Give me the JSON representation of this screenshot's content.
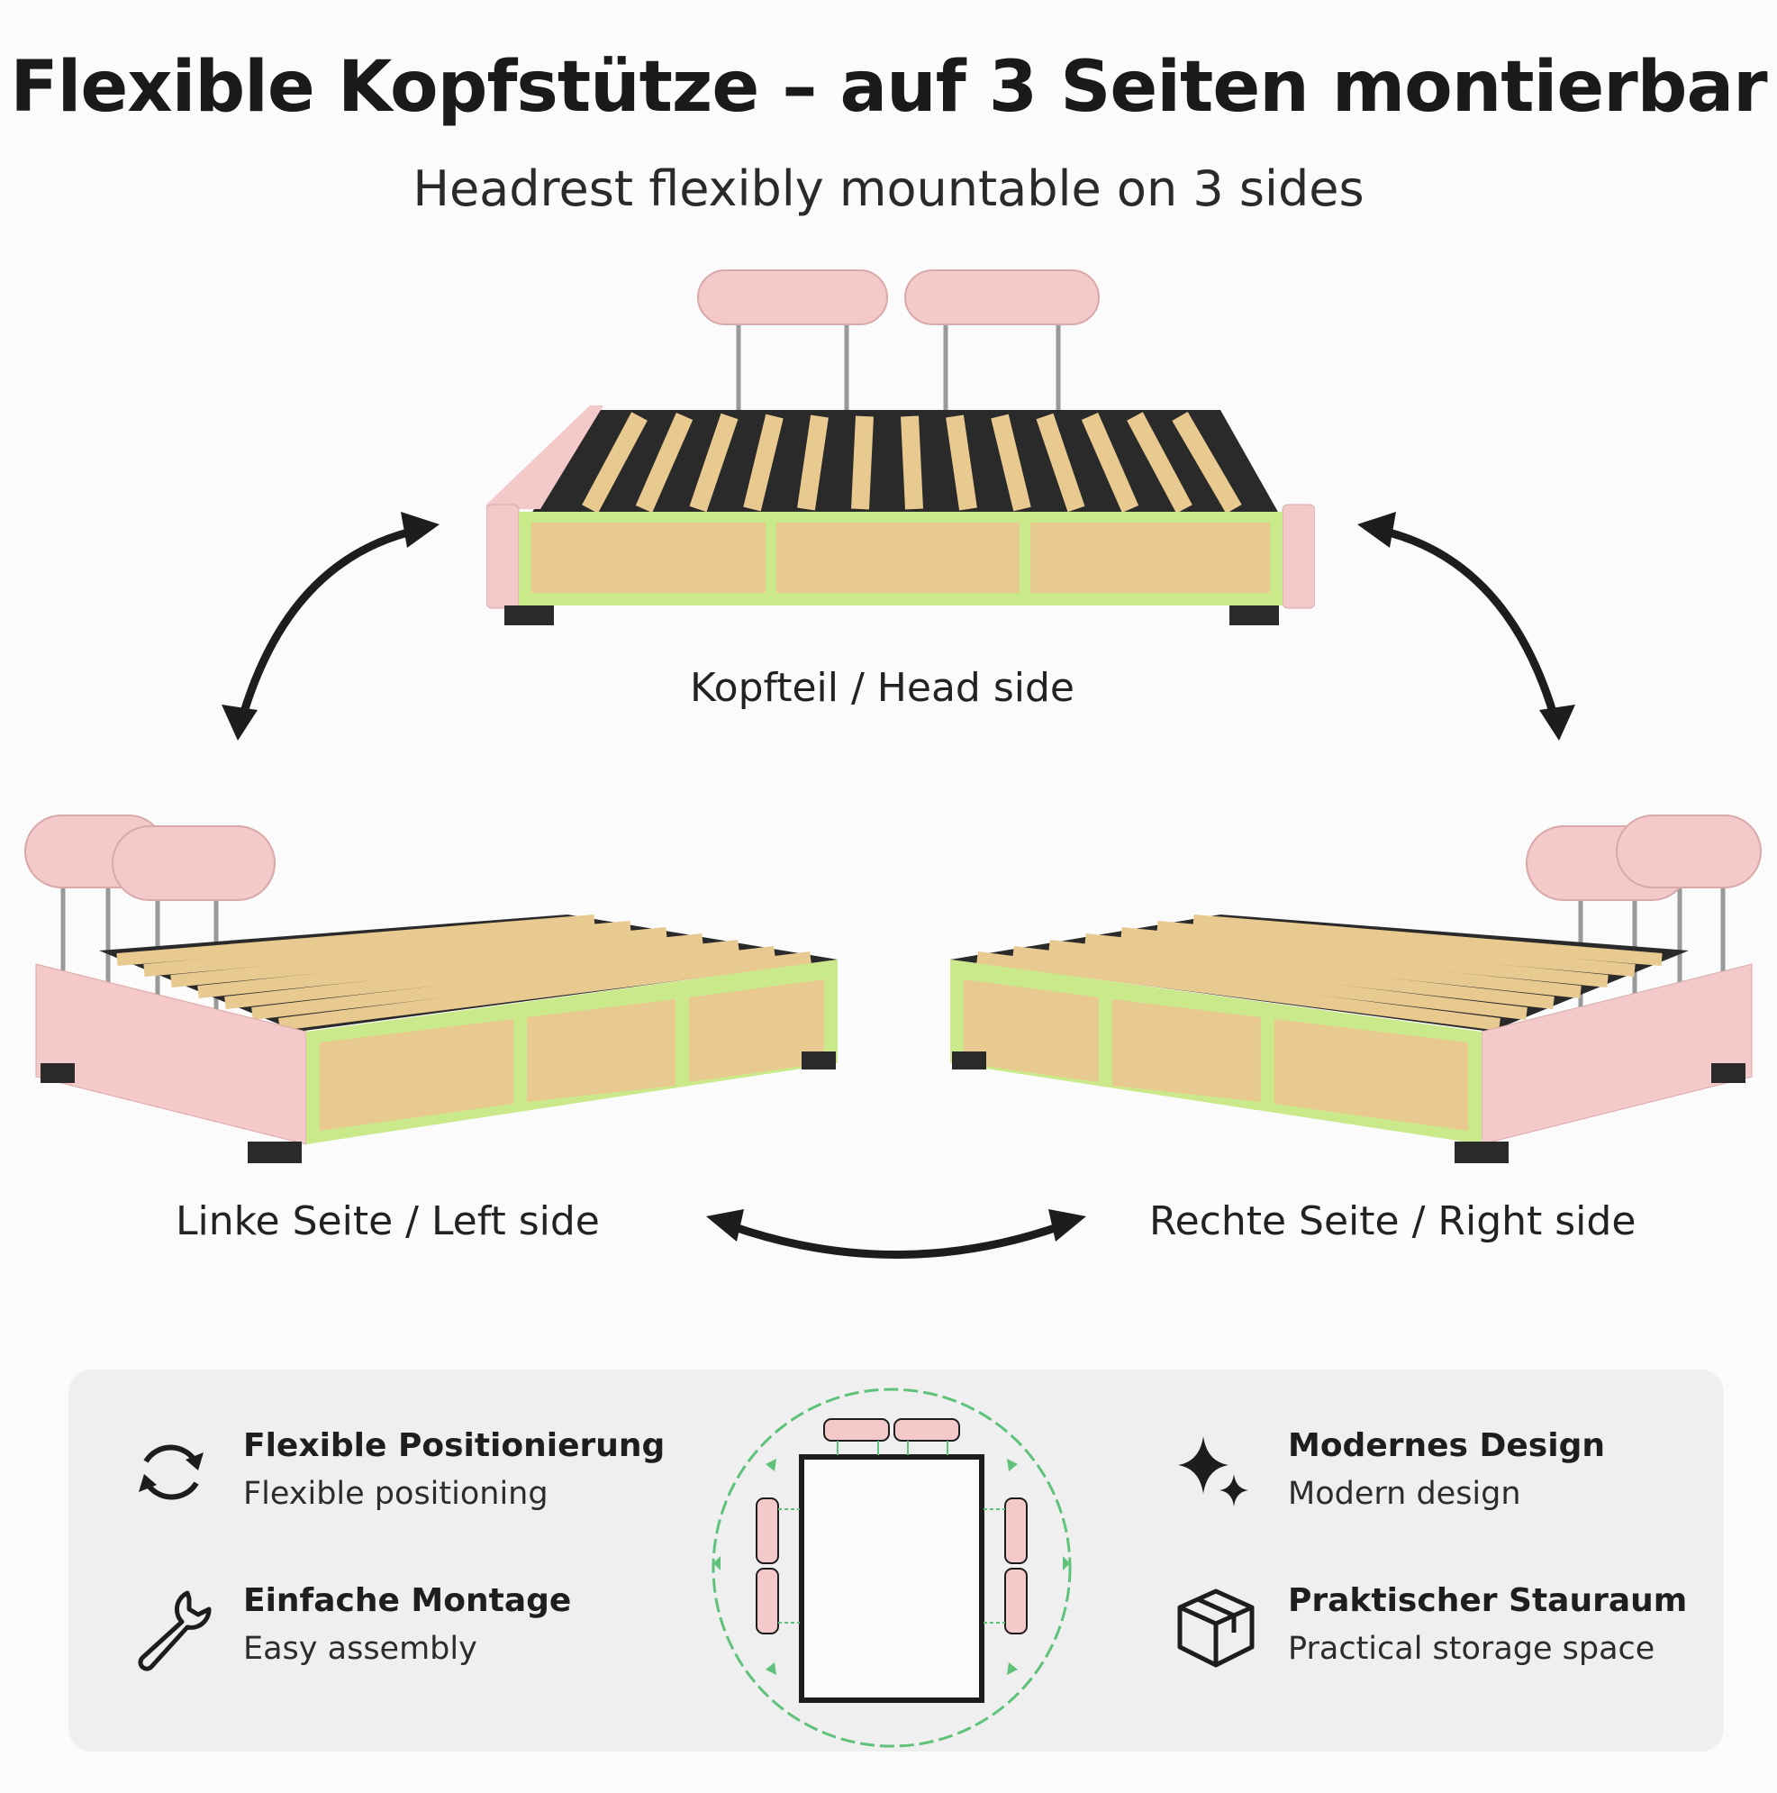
{
  "header": {
    "title": "Flexible Kopfstütze – auf 3 Seiten montierbar",
    "subtitle": "Headrest flexibly mountable on 3 sides"
  },
  "views": {
    "head": {
      "label": "Kopfteil / Head side"
    },
    "left": {
      "label": "Linke Seite / Left side"
    },
    "right": {
      "label": "Rechte Seite / Right side"
    }
  },
  "features": [
    {
      "icon": "rotate-arrows-icon",
      "title": "Flexible Positionierung",
      "subtitle": "Flexible positioning"
    },
    {
      "icon": "wrench-icon",
      "title": "Einfache Montage",
      "subtitle": "Easy assembly"
    },
    {
      "icon": "sparkle-icon",
      "title": "Modernes Design",
      "subtitle": "Modern design"
    },
    {
      "icon": "box-icon",
      "title": "Praktischer Stauraum",
      "subtitle": "Practical storage space"
    }
  ],
  "colors": {
    "upholstery": "#f3c9c9",
    "wood": "#e8c98f",
    "led": "#7fe06a",
    "panel": "#efefef",
    "diagram_green": "#5fc27a"
  }
}
